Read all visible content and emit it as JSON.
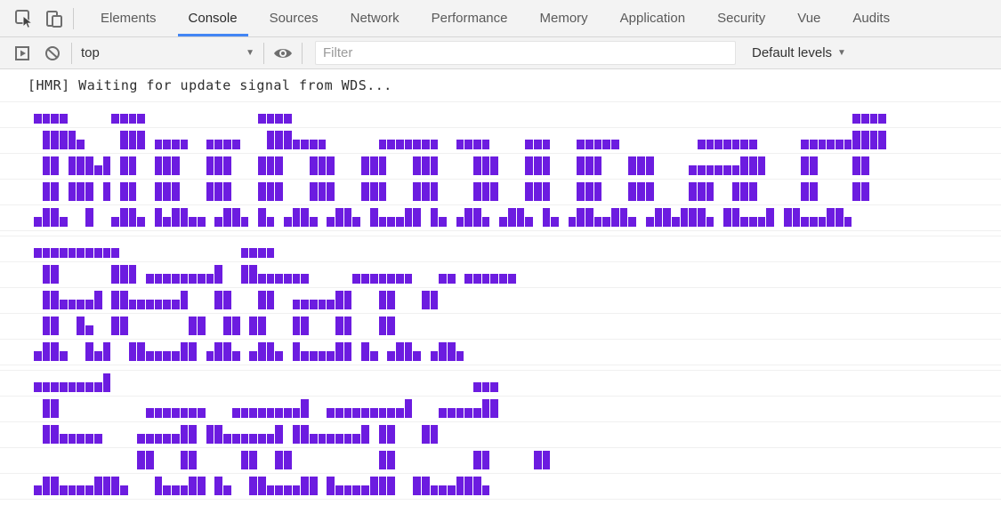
{
  "tab_bar": {
    "tabs": [
      "Elements",
      "Console",
      "Sources",
      "Network",
      "Performance",
      "Memory",
      "Application",
      "Security",
      "Vue",
      "Audits"
    ],
    "active": "Console"
  },
  "toolbar": {
    "context_selector": "top",
    "filter_placeholder": "Filter",
    "levels_dropdown": "Default levels"
  },
  "console": {
    "hmr_message": "[HMR] Waiting for update signal from WDS...",
    "banner_color": "#6C1CE0",
    "banner_groups": [
      [
        "▄▄▄▄     ▄▄▄▄             ▄▄▄▄                                                                 ▄▄▄▄",
        " ████▄    ███ ▄▄▄▄  ▄▄▄▄   ███▄▄▄▄      ▄▄▄▄▄▄▄  ▄▄▄▄    ▄▄▄   ▄▄▄▄▄         ▄▄▄▄▄▄▄     ▄▄▄▄▄▄████",
        " ██ ███▄█ ██  ███   ███   ███   ███   ███   ███    ███   ███   ███   ███    ▄▄▄▄▄▄███    ██    ██",
        " ██ ███ █ ██  ███   ███   ███   ███   ███   ███    ███   ███   ███   ███    ███  ███     ██    ██",
        "▄██▄  █  ▄██▄ █▄██▄▄ ▄██▄ █▄ ▄██▄ ▄██▄ █▄▄▄██ █▄ ▄██▄ ▄██▄ █▄ ▄██▄▄██▄ ▄██▄███▄ ██▄▄▄█ ██▄▄▄██▄"
      ],
      [
        "▄▄▄▄▄▄▄▄▄▄              ▄▄▄▄",
        " ██      ███ ▄▄▄▄▄▄▄▄█  ██▄▄▄▄▄▄     ▄▄▄▄▄▄▄   ▄▄ ▄▄▄▄▄▄",
        " ██▄▄▄▄█ ██▄▄▄▄▄▄█   ██   ██  ▄▄▄▄▄██   ██   ██",
        " ██  █▄  ██       ██  ██ ██   ██   ██   ██",
        "▄██▄  █▄█  ██▄▄▄▄██ ▄██▄ ▄██▄ █▄▄▄▄██ █▄ ▄██▄ ▄██▄"
      ],
      [
        "▄▄▄▄▄▄▄▄█                                          ▄▄▄",
        " ██          ▄▄▄▄▄▄▄   ▄▄▄▄▄▄▄▄█  ▄▄▄▄▄▄▄▄▄█   ▄▄▄▄▄██",
        " ██▄▄▄▄▄    ▄▄▄▄▄██ ██▄▄▄▄▄▄█ ██▄▄▄▄▄▄█ ██   ██",
        "            ██   ██     ██  ██          ██         ██     ██",
        "▄██▄▄▄▄███▄   █▄▄▄██ █▄  ██▄▄▄▄██ █▄▄▄▄███  ██▄▄▄███▄"
      ]
    ]
  }
}
